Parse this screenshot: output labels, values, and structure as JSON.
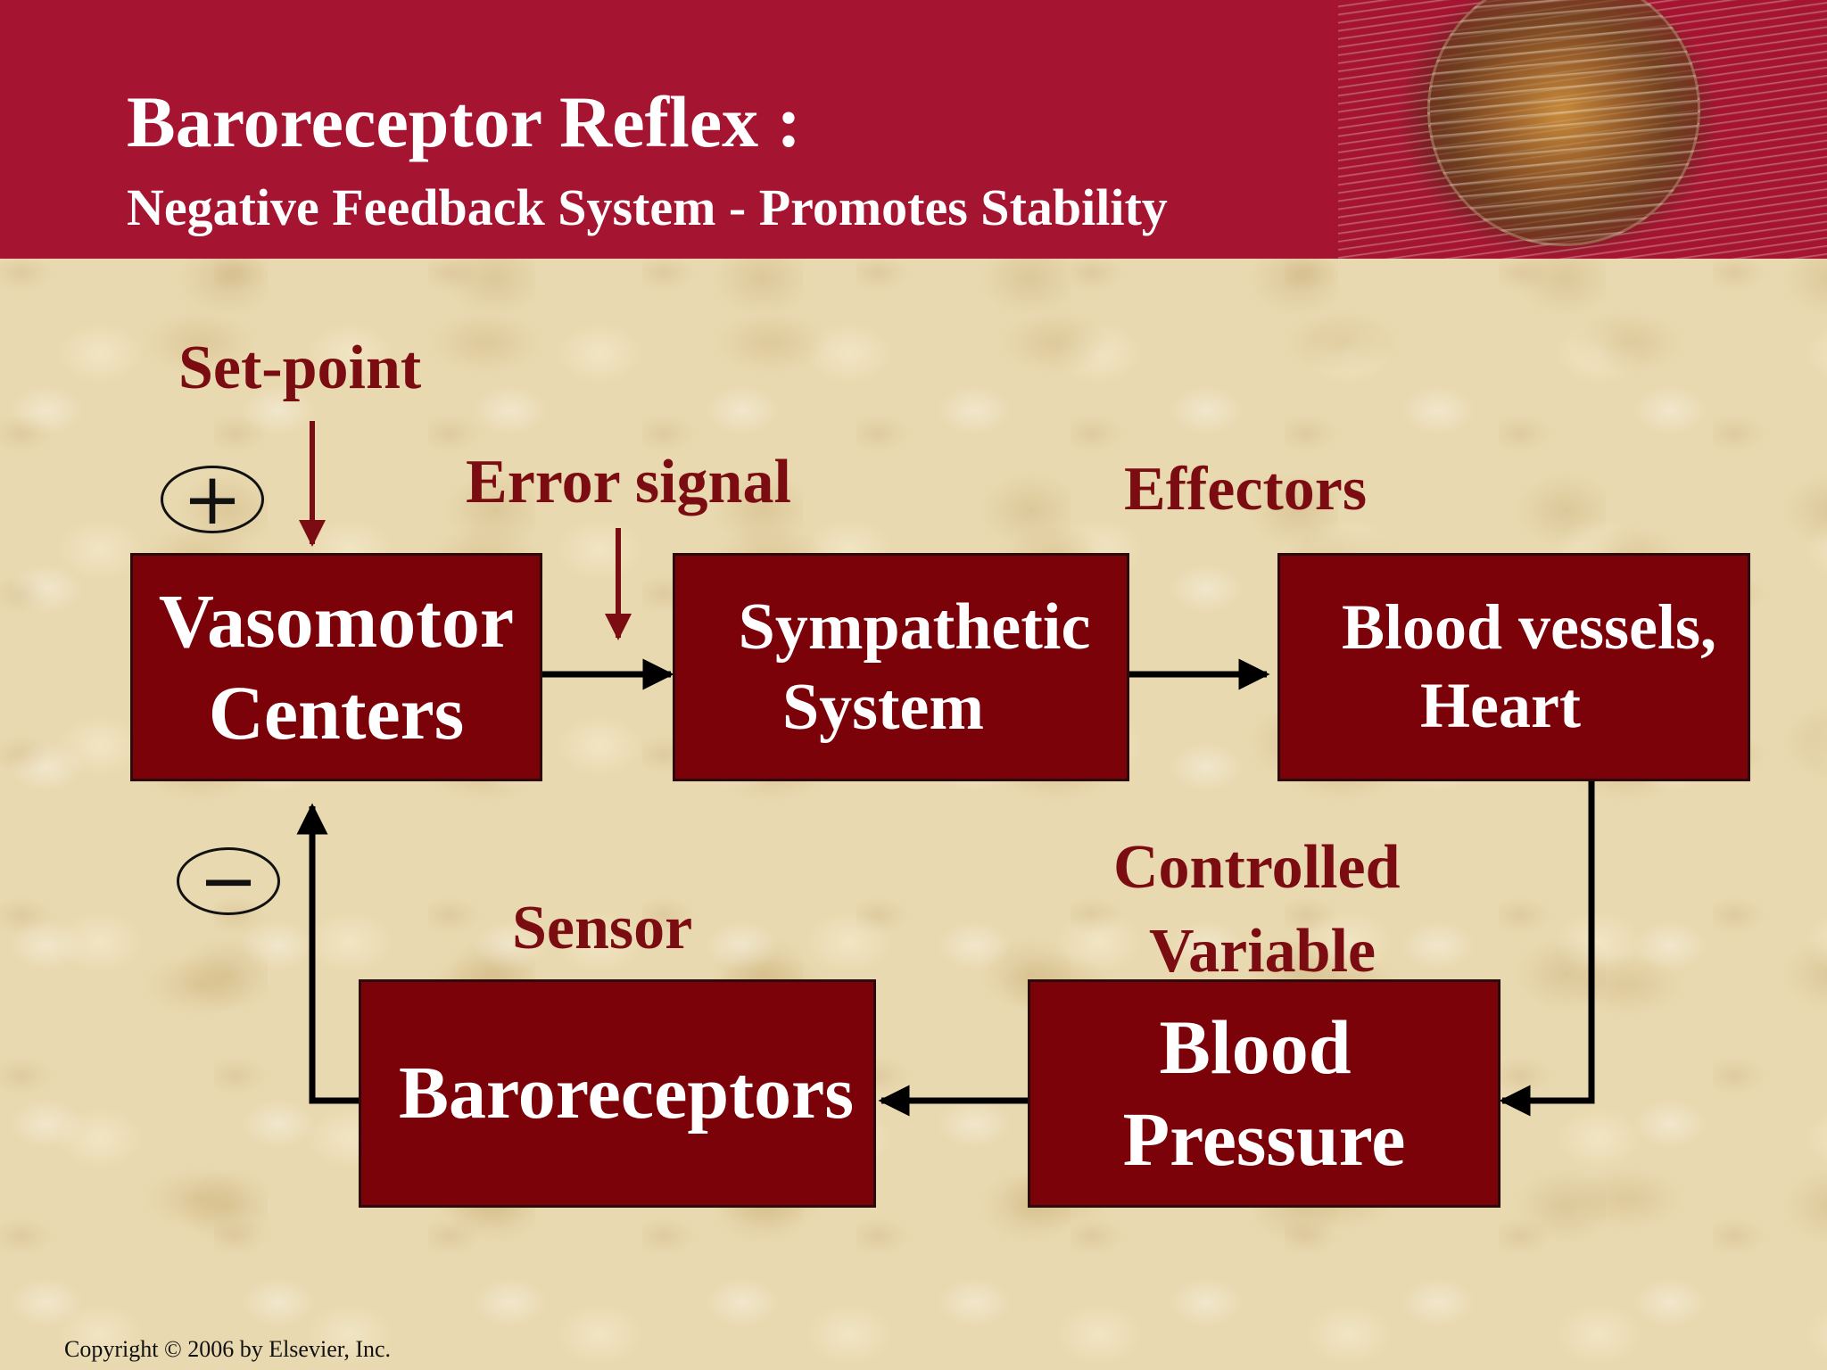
{
  "header": {
    "title": "Baroreceptor Reflex :",
    "subtitle": "Negative Feedback System - Promotes Stability"
  },
  "labels": {
    "set_point": "Set-point",
    "error_signal": "Error signal",
    "effectors": "Effectors",
    "controlled_variable_1": "Controlled",
    "controlled_variable_2": "Variable",
    "sensor": "Sensor"
  },
  "boxes": {
    "vasomotor": [
      "Vasomotor",
      "Centers"
    ],
    "sympathetic": [
      "Sympathetic",
      "System"
    ],
    "vessels": [
      "Blood vessels,",
      "Heart"
    ],
    "pressure": [
      "Blood",
      "Pressure"
    ],
    "baroreceptors": [
      "Baroreceptors"
    ]
  },
  "signs": {
    "plus": "+",
    "minus": "−"
  },
  "footer": {
    "copyright": "Copyright © 2006 by Elsevier, Inc."
  },
  "colors": {
    "header_bg": "#a51531",
    "box_fill": "#7a0208",
    "label_text": "#7b0d12",
    "background": "#e9d9b0"
  }
}
